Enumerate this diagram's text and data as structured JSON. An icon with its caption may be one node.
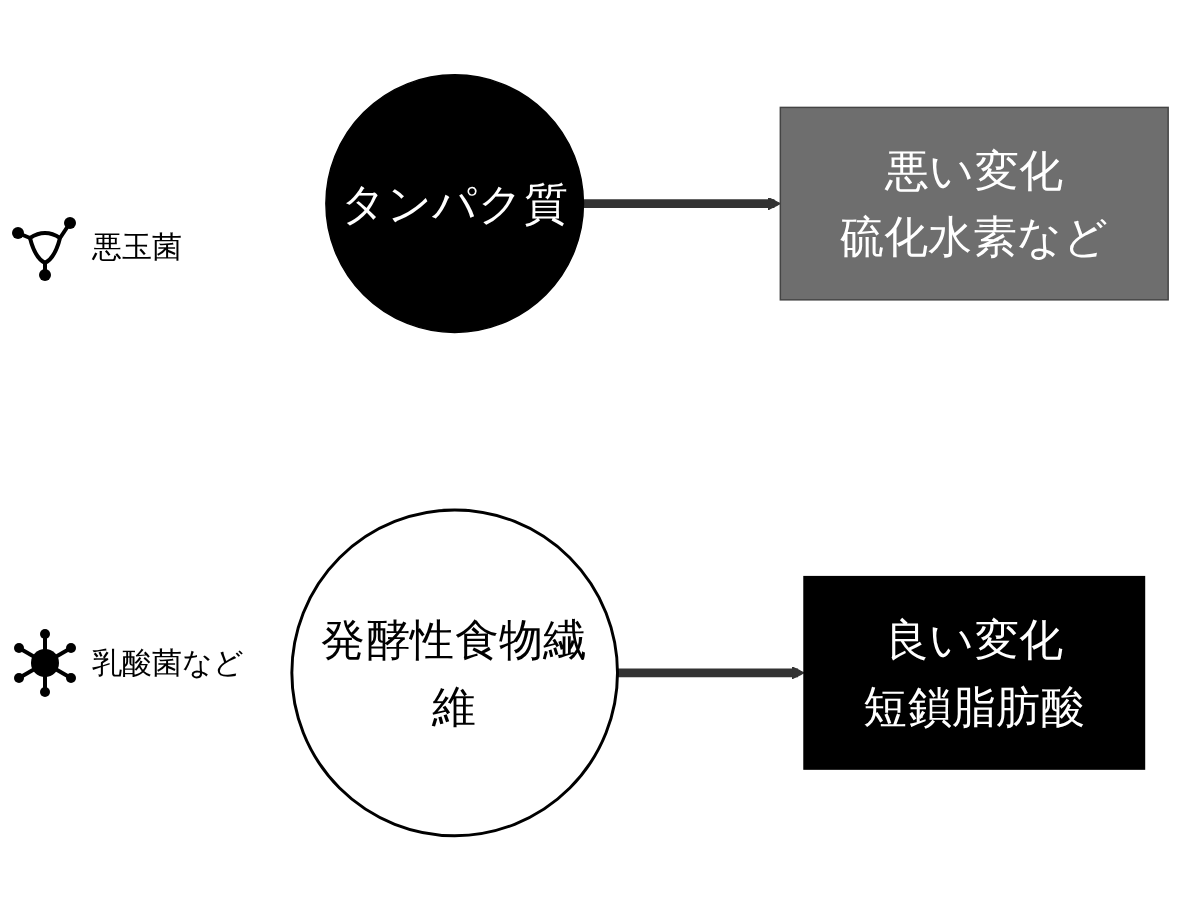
{
  "diagram": {
    "nodes": [
      {
        "text": [
          "タンパク質"
        ]
      },
      {
        "text": [
          "悪い変化",
          "硫化水素など"
        ]
      },
      {
        "text": [
          "発酵性食物繊維"
        ]
      },
      {
        "text": [
          "良い変化",
          "短鎖脂肪酸"
        ]
      }
    ],
    "edges": [
      {
        "from": 0,
        "to": 1,
        "arrow": "to"
      },
      {
        "from": 2,
        "to": 3,
        "arrow": "to"
      }
    ],
    "labels": [
      "悪玉菌",
      "乳酸菌など"
    ]
  }
}
